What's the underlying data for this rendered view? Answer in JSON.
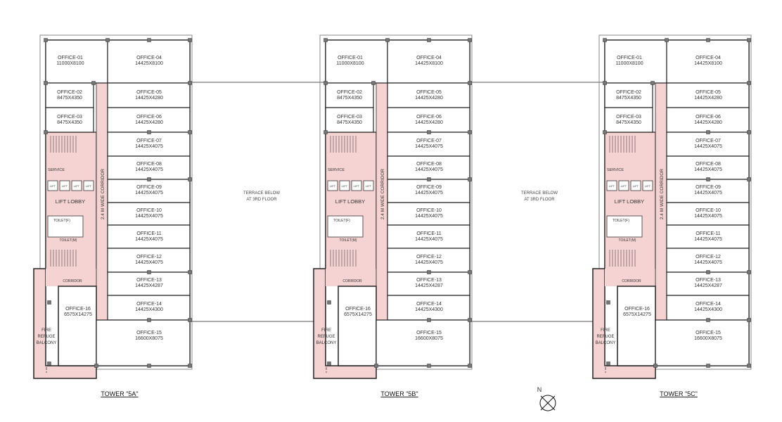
{
  "colors": {
    "core": "#f6d3d3",
    "wall": "#222222",
    "frame": "#888888"
  },
  "towers": [
    {
      "title": "TOWER \"5A\""
    },
    {
      "title": "TOWER \"5B\""
    },
    {
      "title": "TOWER \"5C\""
    }
  ],
  "rooms": [
    {
      "name": "OFFICE-01",
      "dim": "11000X8100"
    },
    {
      "name": "OFFICE-02",
      "dim": "8475X4350"
    },
    {
      "name": "OFFICE-03",
      "dim": "8475X4350"
    },
    {
      "name": "OFFICE-04",
      "dim": "14425X8100"
    },
    {
      "name": "OFFICE-05",
      "dim": "14425X4280"
    },
    {
      "name": "OFFICE-06",
      "dim": "14425X4280"
    },
    {
      "name": "OFFICE-07",
      "dim": "14425X4075"
    },
    {
      "name": "OFFICE-08",
      "dim": "14425X4075"
    },
    {
      "name": "OFFICE-09",
      "dim": "14425X4075"
    },
    {
      "name": "OFFICE-10",
      "dim": "14425X4075"
    },
    {
      "name": "OFFICE-11",
      "dim": "14425X4075"
    },
    {
      "name": "OFFICE-12",
      "dim": "14425X4075"
    },
    {
      "name": "OFFICE-13",
      "dim": "14425X4287"
    },
    {
      "name": "OFFICE-14",
      "dim": "14425X4300"
    },
    {
      "name": "OFFICE-15",
      "dim": "16600X8075"
    },
    {
      "name": "OFFICE-16",
      "dim": "6575X14275"
    }
  ],
  "core_labels": {
    "service": "SERVICE",
    "lift": "LIFT",
    "lift_lobby": "LIFT LOBBY",
    "toilet_f": "TOILET(F)",
    "toilet_m": "TOILET(M)",
    "corridor": "CORRIDOR",
    "wide_corridor": "2.4 M WIDE CORRIDOR",
    "balcony": [
      "FIRE",
      "REFUGE",
      "BALCONY"
    ]
  },
  "terrace_note": [
    "TERRACE BELOW",
    "AT 3RD FLOOR"
  ],
  "north_label": "N"
}
